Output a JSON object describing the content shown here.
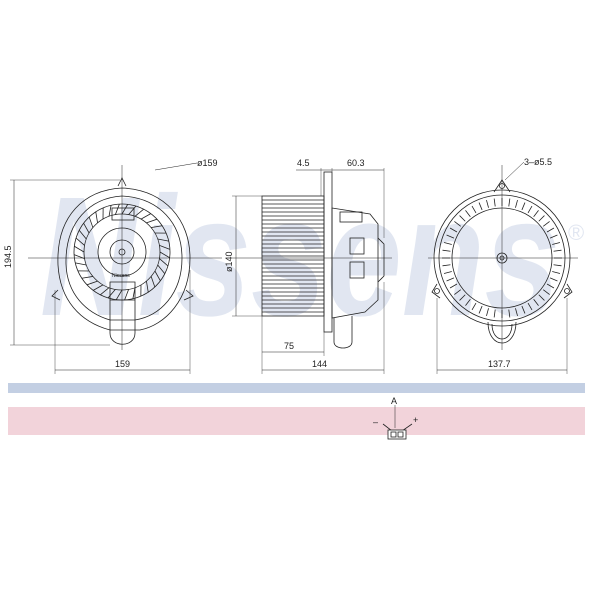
{
  "watermark": {
    "brand": "Nissens",
    "registered_mark": "®",
    "color": "#c9d3e6"
  },
  "front_view": {
    "diameter_label": "ø159",
    "height_label": "194.5",
    "width_label": "159",
    "hub_text": "Nissens"
  },
  "side_view": {
    "top_left_label": "4.5",
    "top_right_label": "60.3",
    "diameter_label": "ø140",
    "inner_label": "75",
    "width_label": "144"
  },
  "rear_view": {
    "holes_label": "3–ø5.5",
    "width_label": "137.7"
  },
  "connector": {
    "title": "A",
    "minus": "–",
    "plus": "+"
  },
  "bands": {
    "blue": "#c3cfe3",
    "pink": "#f2d3da"
  }
}
